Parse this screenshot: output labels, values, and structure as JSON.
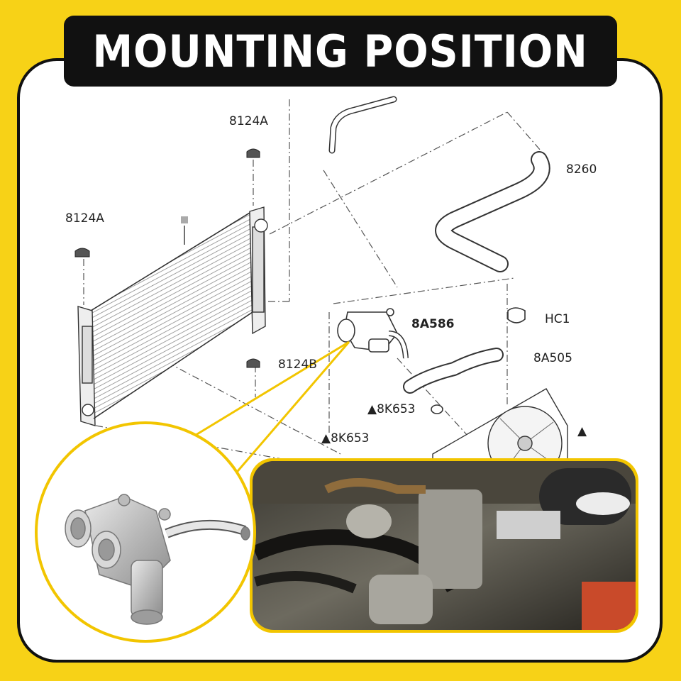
{
  "title": "MOUNTING POSITION",
  "labels": {
    "p1": "8124A",
    "p2": "8124A",
    "p3": "8124B",
    "p4": "8260",
    "p5": "8A586",
    "p6": "HC1",
    "p7": "8A505",
    "p8": "8K653",
    "p9": "8K653"
  },
  "colors": {
    "background": "#f7d217",
    "title_bg": "#111111",
    "callout": "#f2c500"
  }
}
